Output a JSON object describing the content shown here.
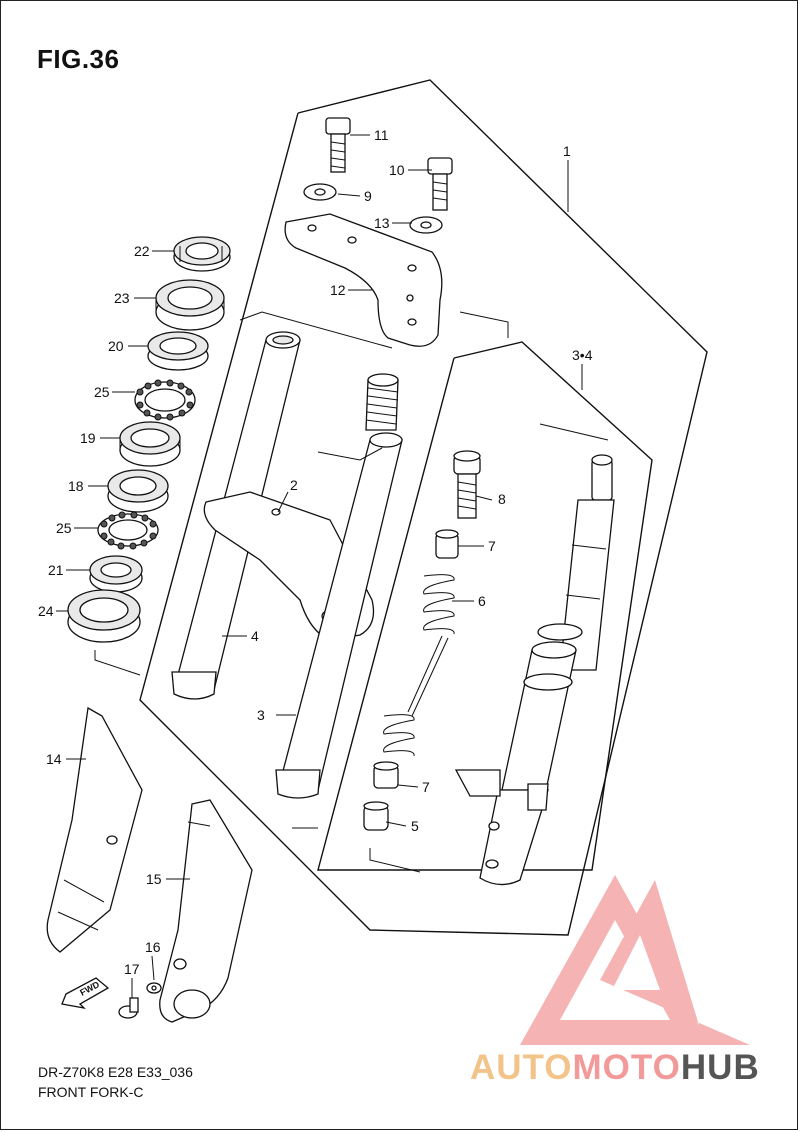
{
  "figure": {
    "title": "FIG.36",
    "code": "DR-Z70K8 E28 E33_036",
    "name": "FRONT FORK-C"
  },
  "watermark": {
    "part1": "AUTO",
    "part2": "MOTO",
    "part3": "HUB",
    "colors": {
      "auto": "#f3c48a",
      "moto": "#f29a9a",
      "hub": "#555555",
      "logo": "#f29a9a"
    }
  },
  "fwd_label": "FWD",
  "callouts": {
    "c1": "1",
    "c2": "2",
    "c3": "3",
    "c34": "3•4",
    "c4": "4",
    "c5": "5",
    "c6": "6",
    "c7a": "7",
    "c7b": "7",
    "c8": "8",
    "c9": "9",
    "c10": "10",
    "c11": "11",
    "c12": "12",
    "c13": "13",
    "c14": "14",
    "c15": "15",
    "c16": "16",
    "c17": "17",
    "c18": "18",
    "c19": "19",
    "c20": "20",
    "c21": "21",
    "c22": "22",
    "c23": "23",
    "c24": "24",
    "c25a": "25",
    "c25b": "25"
  }
}
